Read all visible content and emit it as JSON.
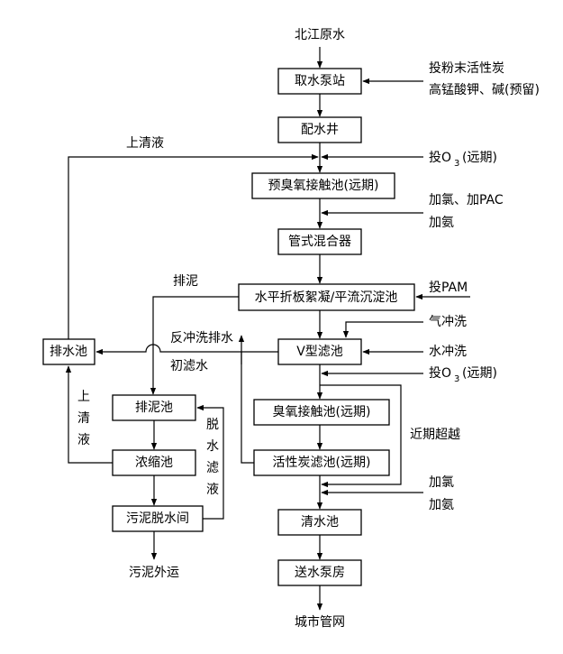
{
  "source": "北江原水",
  "boxes": {
    "intake_pump": "取水泵站",
    "distribution_well": "配水井",
    "pre_ozone": "预臭氧接触池(远期)",
    "pipe_mixer": "管式混合器",
    "flocculation": "水平折板絮凝/平流沉淀池",
    "v_filter": "V型滤池",
    "drain_pool": "排水池",
    "sludge_pool": "排泥池",
    "thickener": "浓缩池",
    "dewatering": "污泥脱水间",
    "ozone_contact": "臭氧接触池(远期)",
    "carbon_filter": "活性炭滤池(远期)",
    "clear_well": "清水池",
    "delivery_pump": "送水泵房"
  },
  "dosing": {
    "pac_powder_line1": "投粉末活性炭",
    "pac_powder_line2": "高锰酸钾、碱(预留)",
    "ozone1_prefix": "投O",
    "ozone1_sub": "3",
    "ozone1_suffix": "(远期)",
    "chlorine_pac": "加氯、加PAC",
    "ammonia1": "加氨",
    "pam": "投PAM",
    "air_wash": "气冲洗",
    "water_wash": "水冲洗",
    "ozone2_prefix": "投O",
    "ozone2_sub": "3",
    "ozone2_suffix": "(远期)",
    "chlorine2": "加氯",
    "ammonia2": "加氨"
  },
  "labels": {
    "supernatant_top": "上清液",
    "sludge_discharge": "排泥",
    "backwash_drain": "反冲洗排水",
    "initial_filtrate": "初滤水",
    "supernatant_left": [
      "上",
      "清",
      "液"
    ],
    "dewater_filtrate": [
      "脱",
      "水",
      "滤",
      "液"
    ],
    "near_bypass": "近期超越"
  },
  "outputs": {
    "sludge_out": "污泥外运",
    "city_network": "城市管网"
  }
}
